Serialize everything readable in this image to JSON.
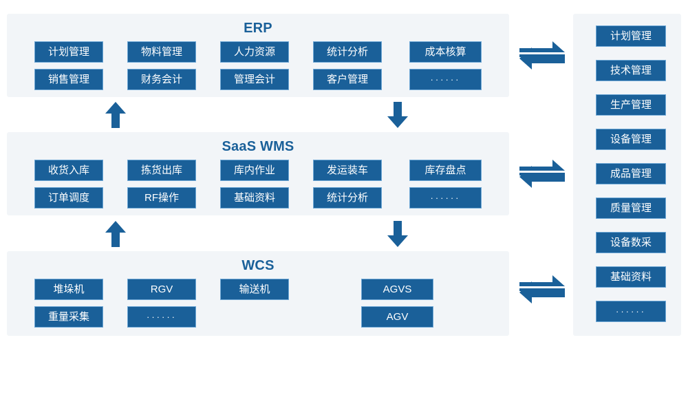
{
  "colors": {
    "panel_bg": "#f2f5f8",
    "box_fill": "#1a6099",
    "box_border": "#6fa8d6",
    "title_text": "#1a6099",
    "box_text": "#ffffff",
    "page_bg": "#ffffff"
  },
  "sections": {
    "erp": {
      "title": "ERP",
      "row1": [
        "计划管理",
        "物料管理",
        "人力资源",
        "统计分析",
        "成本核算"
      ],
      "row2": [
        "销售管理",
        "财务会计",
        "管理会计",
        "客户管理",
        "······"
      ]
    },
    "wms": {
      "title": "SaaS WMS",
      "row1": [
        "收货入库",
        "拣货出库",
        "库内作业",
        "发运装车",
        "库存盘点"
      ],
      "row2": [
        "订单调度",
        "RF操作",
        "基础资料",
        "统计分析",
        "······"
      ]
    },
    "wcs": {
      "title": "WCS",
      "row1": [
        "堆垛机",
        "RGV",
        "输送机",
        "AGVS"
      ],
      "row2": [
        "重量采集",
        "······",
        "AGV"
      ]
    }
  },
  "sidebar": {
    "items": [
      "计划管理",
      "技术管理",
      "生产管理",
      "设备管理",
      "成品管理",
      "质量管理",
      "设备数采",
      "基础资料",
      "······"
    ]
  },
  "arrows": {
    "erp_to_wms_up": "up-arrow",
    "erp_to_wms_down": "down-arrow",
    "wms_to_wcs_up": "up-arrow",
    "wms_to_wcs_down": "down-arrow",
    "erp_bidirectional": "bidirectional-arrow",
    "wms_bidirectional": "bidirectional-arrow",
    "wcs_bidirectional": "bidirectional-arrow"
  }
}
